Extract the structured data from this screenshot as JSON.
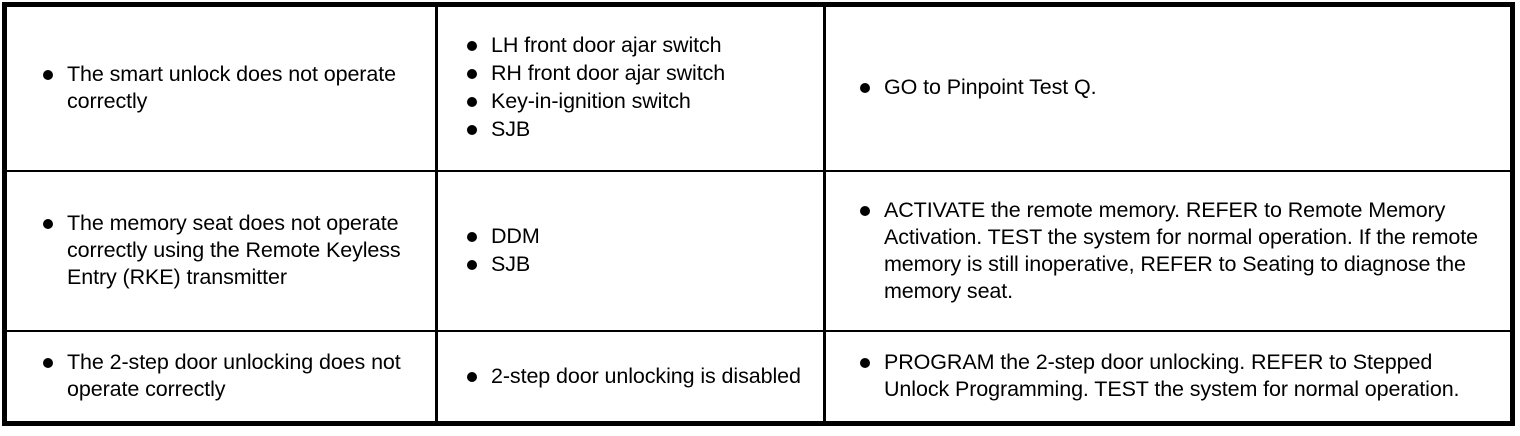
{
  "table": {
    "border_color": "#000000",
    "background_color": "#ffffff",
    "text_color": "#000000",
    "bullet_glyph": "•",
    "rows": [
      {
        "symptom": [
          "The smart unlock does not operate correctly"
        ],
        "parts": [
          "LH front door ajar switch",
          "RH front door ajar switch",
          "Key-in-ignition switch",
          "SJB"
        ],
        "action": [
          "GO to Pinpoint Test Q."
        ]
      },
      {
        "symptom": [
          "The memory seat does not operate correctly using the Remote Keyless Entry (RKE) transmitter"
        ],
        "parts": [
          "DDM",
          "SJB"
        ],
        "action": [
          "ACTIVATE the remote memory. REFER to Remote Memory Activation. TEST the system for normal operation. If the remote memory is still inoperative, REFER to Seating to diagnose the memory seat."
        ]
      },
      {
        "symptom": [
          "The 2-step door unlocking does not operate correctly"
        ],
        "parts": [
          "2-step door unlocking is disabled"
        ],
        "action": [
          "PROGRAM the 2-step door unlocking. REFER to Stepped Unlock Programming. TEST the system for normal operation."
        ]
      }
    ]
  }
}
